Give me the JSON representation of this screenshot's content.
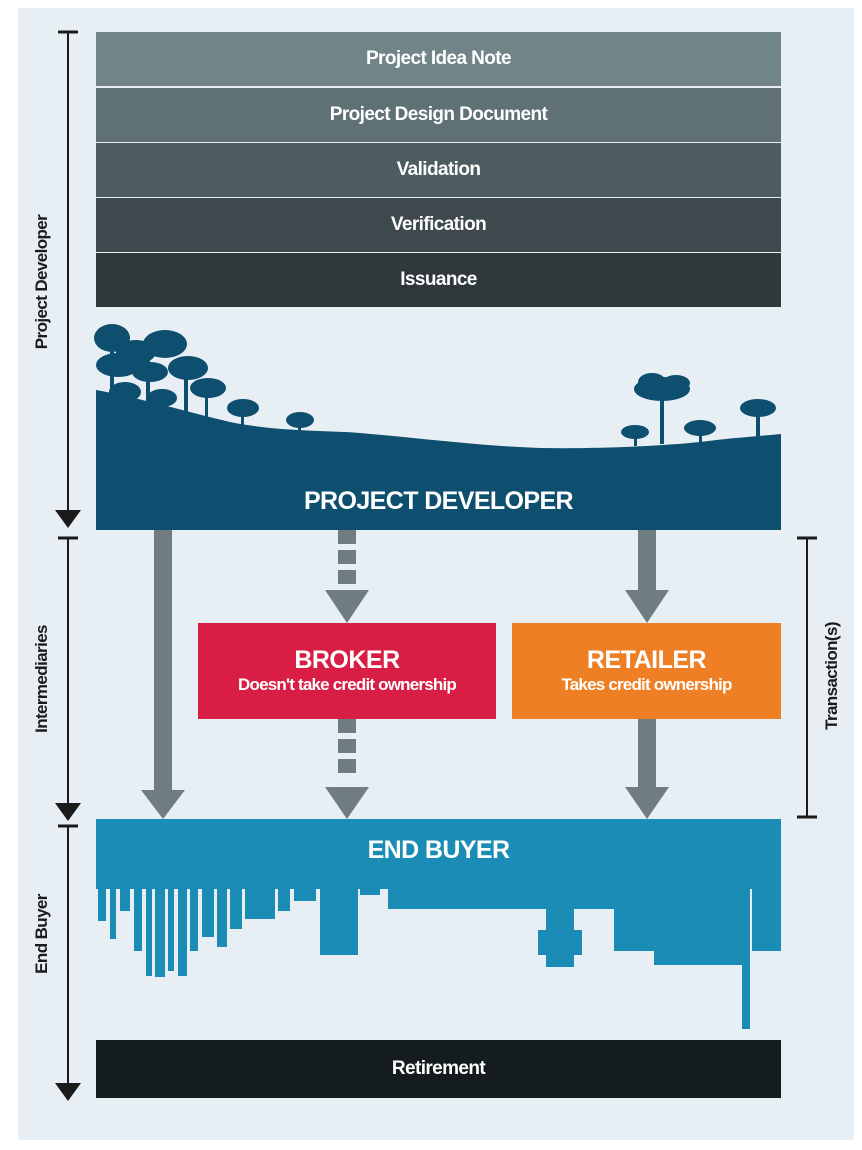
{
  "steps": [
    "Project Idea Note",
    "Project Design Document",
    "Validation",
    "Verification",
    "Issuance"
  ],
  "project_developer_bar": "PROJECT DEVELOPER",
  "broker": {
    "title": "BROKER",
    "subtitle": "Doesn't take credit ownership"
  },
  "retailer": {
    "title": "RETAILER",
    "subtitle": "Takes credit ownership"
  },
  "end_buyer_bar": "END BUYER",
  "retirement_bar": "Retirement",
  "side_labels": {
    "project_developer": "Project Developer",
    "intermediaries": "Intermediaries",
    "end_buyer": "End Buyer",
    "transactions": "Transaction(s)"
  },
  "colors": {
    "step_gradient": [
      "#718488",
      "#5f7175",
      "#4d5c60",
      "#3d494c",
      "#2f393b"
    ],
    "project_developer": "#0e4e6f",
    "broker": "#d81e44",
    "retailer": "#ee7f24",
    "end_buyer": "#1a8cb6",
    "retirement": "#151c1d",
    "arrow": "#6f7d80",
    "background": "#e8eff4"
  }
}
